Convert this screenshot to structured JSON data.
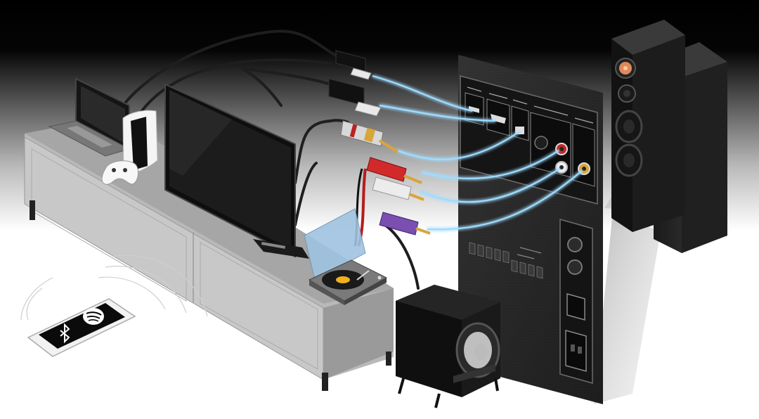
{
  "scene": {
    "background_top": "#000000",
    "background_bottom": "#ffffff",
    "glow_color": "#8fd6ff",
    "devices": [
      {
        "name": "laptop"
      },
      {
        "name": "game-console"
      },
      {
        "name": "game-controller"
      },
      {
        "name": "television"
      },
      {
        "name": "turntable"
      },
      {
        "name": "subwoofer"
      },
      {
        "name": "tower-speaker-front"
      },
      {
        "name": "tower-speaker-back"
      },
      {
        "name": "smartphone"
      },
      {
        "name": "media-console"
      },
      {
        "name": "amplifier-back-panel"
      }
    ],
    "connectors": [
      {
        "name": "usb-a-plug"
      },
      {
        "name": "hdmi-plug"
      },
      {
        "name": "coaxial-rca-plug",
        "color": "#d7a63a"
      },
      {
        "name": "rca-red-plug",
        "color": "#d22a2a"
      },
      {
        "name": "rca-white-plug",
        "color": "#e8e8e8"
      },
      {
        "name": "rca-purple-plug",
        "color": "#7a4fb0"
      }
    ],
    "phone": {
      "icons": [
        "bluetooth-icon",
        "spotify-icon"
      ]
    }
  }
}
